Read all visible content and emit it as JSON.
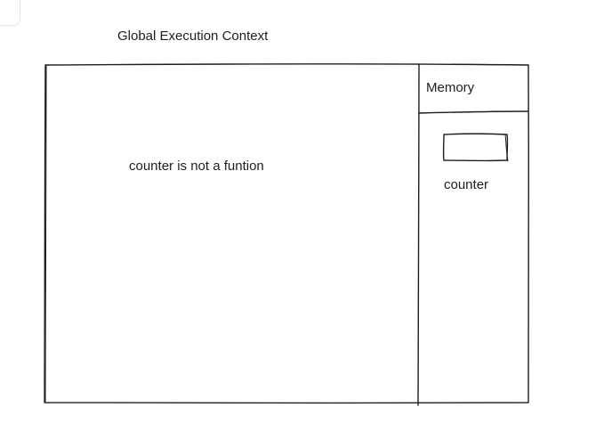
{
  "diagram": {
    "title": "Global Execution Context",
    "main_panel_text": "counter is not a funtion",
    "memory_label": "Memory",
    "memory_item_label": "counter"
  },
  "colors": {
    "stroke": "#1e1e1e",
    "background": "#ffffff"
  }
}
